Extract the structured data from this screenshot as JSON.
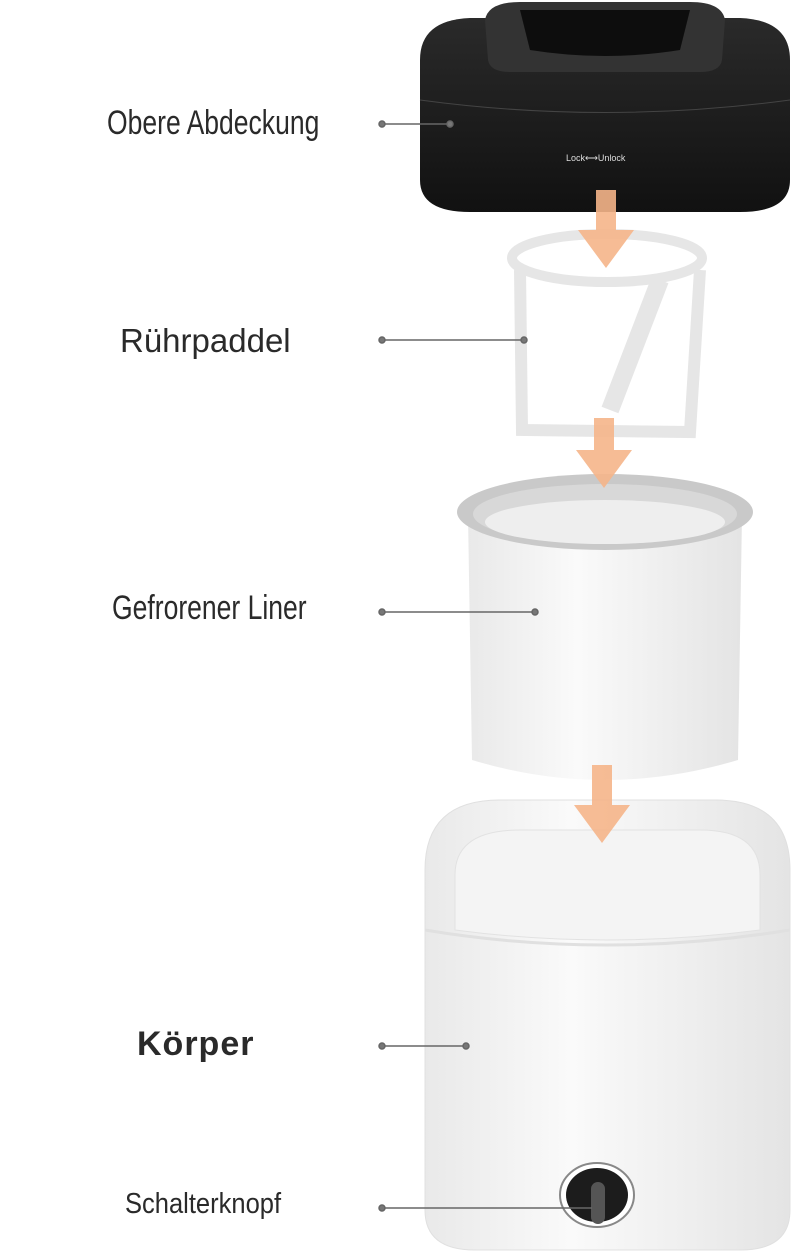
{
  "labels": {
    "lid": "Obere Abdeckung",
    "paddle": "Rührpaddel",
    "liner": "Gefrorener Liner",
    "body": "Körper",
    "knob": "Schalterknopf"
  },
  "lid_marking": "Lock⟷Unlock",
  "colors": {
    "arrow": "#f5b58a",
    "lid": "#1a1a1a",
    "leader": "#555555"
  }
}
